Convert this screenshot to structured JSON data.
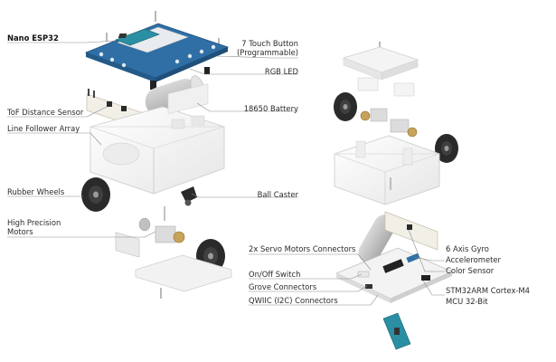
{
  "labels": {
    "nano_esp32": "Nano ESP32",
    "touch_button_1": "7 Touch Button",
    "touch_button_2": "(Programmable)",
    "rgb_led": "RGB LED",
    "battery": "18650 Battery",
    "tof": "ToF Distance Sensor",
    "line_follower": "Line Follower Array",
    "rubber_wheels": "Rubber Wheels",
    "ball_caster": "Ball Caster",
    "motors_1": "High Precision",
    "motors_2": "Motors",
    "servo": "2x Servo Motors Connectors",
    "gyro_1": "6 Axis Gyro",
    "gyro_2": "Accelerometer",
    "color_sensor": "Color Sensor",
    "onoff": "On/Off Switch",
    "grove": "Grove Connectors",
    "qwiic": "QWIIC (I2C) Connectors",
    "mcu_1": "STM32ARM Cortex-M4",
    "mcu_2": "MCU 32-Bit"
  },
  "colors": {
    "board_blue": "#2f6fa6",
    "pcb_white": "#f3f3f3",
    "plastic": "#f6f6f6",
    "outline": "#d4d4d4",
    "tire": "#2a2a2a",
    "brass": "#c8a35a",
    "leader": "#8a8a8a"
  }
}
